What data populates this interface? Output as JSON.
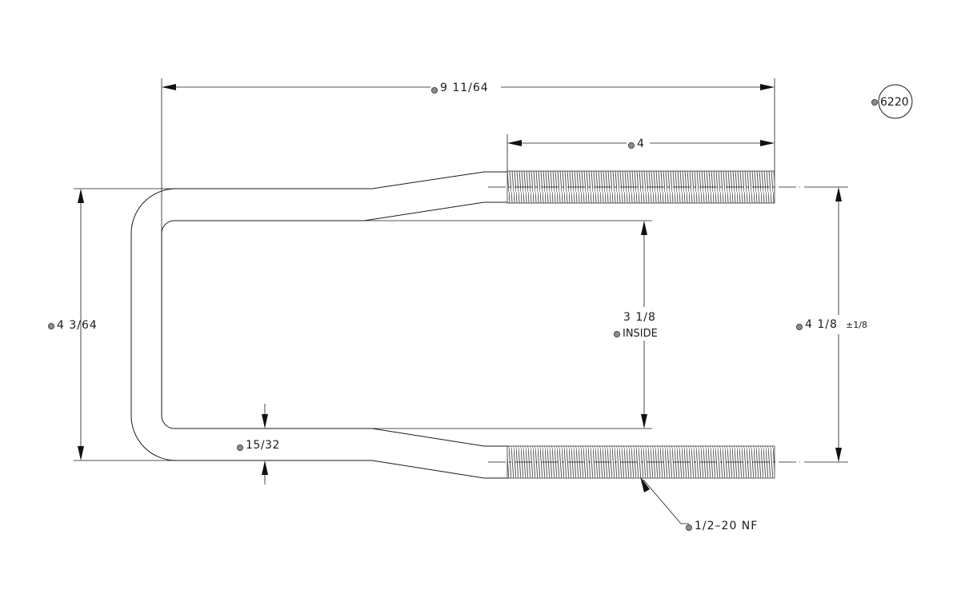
{
  "part_number": "6220",
  "dimensions": {
    "overall_length": "9  11/64",
    "thread_length": "4",
    "outer_width": "4  3/64",
    "inside_width_value": "3  1/8",
    "inside_width_note": "INSIDE",
    "leg_spacing_value": "4  1/8",
    "leg_spacing_tolerance": "±1/8",
    "rod_diameter": "15/32",
    "thread_spec": "1/2–20  NF"
  },
  "colors": {
    "line": "#1a1a1a",
    "marker": "#8c8c8c",
    "background": "#ffffff"
  }
}
